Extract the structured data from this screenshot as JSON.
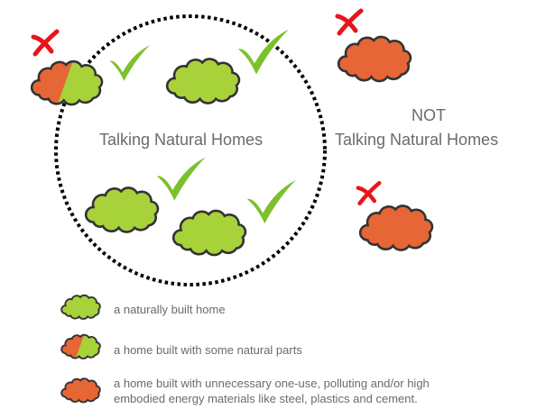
{
  "inside_label": "Talking Natural Homes",
  "outside_label": {
    "line1": "NOT",
    "line2": "Talking Natural Homes"
  },
  "legend": [
    {
      "type": "natural",
      "text": "a naturally built home"
    },
    {
      "type": "partial",
      "text": "a home built with some natural parts"
    },
    {
      "type": "unnatural",
      "text_line1": "a home built with unnecessary one-use, polluting and/or high",
      "text_line2": "embodied energy materials like steel, plastics and cement."
    }
  ],
  "colors": {
    "green": "#a8d23a",
    "orange": "#e66636",
    "check": "#7cc12a",
    "cross": "#e8141c",
    "outline": "#333333",
    "text": "#6b6b6b"
  }
}
